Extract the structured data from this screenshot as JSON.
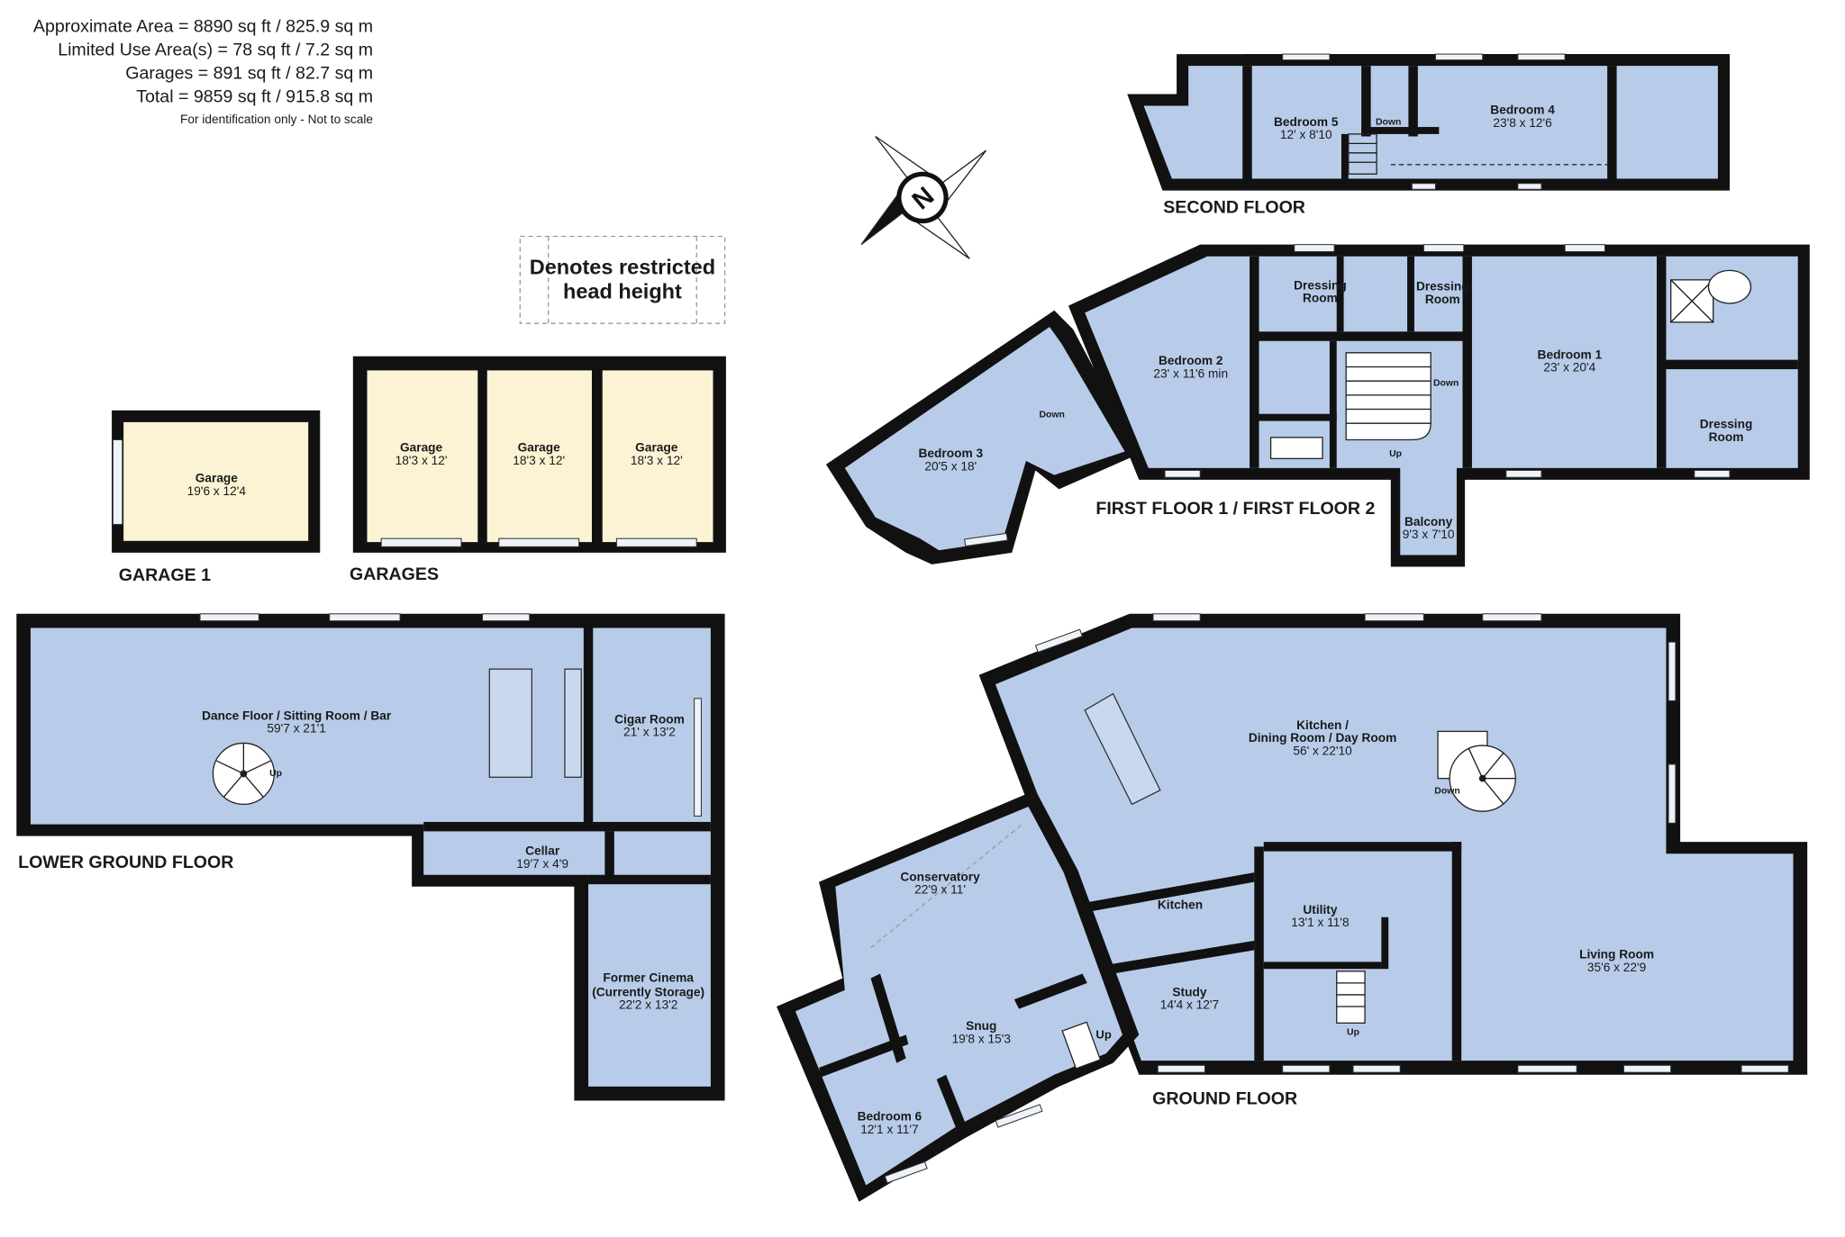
{
  "areas": {
    "approximate_area": "Approximate Area = 8890 sq ft / 825.9 sq m",
    "limited_use": "Limited Use Area(s) = 78 sq ft / 7.2 sq m",
    "garages": "Garages = 891 sq ft / 82.7 sq m",
    "total": "Total = 9859 sq ft / 915.8 sq m",
    "note": "For identification only - Not to scale"
  },
  "legend": {
    "line1": "Denotes restricted",
    "line2": "head height"
  },
  "compass": {
    "letter": "N"
  },
  "floors": {
    "second": "SECOND FLOOR",
    "first": "FIRST FLOOR 1 / FIRST FLOOR 2",
    "ground": "GROUND FLOOR",
    "lower": "LOWER GROUND FLOOR",
    "garage1": "GARAGE 1",
    "garages": "GARAGES"
  },
  "rooms": {
    "bedroom5": {
      "name": "Bedroom 5",
      "dim": "12' x 8'10"
    },
    "bedroom4": {
      "name": "Bedroom 4",
      "dim": "23'8 x 12'6"
    },
    "bedroom2": {
      "name": "Bedroom 2",
      "dim": "23' x 11'6 min"
    },
    "bedroom1": {
      "name": "Bedroom 1",
      "dim": "23' x 20'4"
    },
    "bedroom3": {
      "name": "Bedroom 3",
      "dim": "20'5 x 18'"
    },
    "dressing1": {
      "name1": "Dressing",
      "name2": "Room"
    },
    "dressing2": {
      "name1": "Dressing",
      "name2": "Room"
    },
    "dressing3": {
      "name1": "Dressing",
      "name2": "Room"
    },
    "balcony": {
      "name": "Balcony",
      "dim": "9'3 x 7'10"
    },
    "garage1": {
      "name": "Garage",
      "dim": "19'6 x 12'4"
    },
    "garage_a": {
      "name": "Garage",
      "dim": "18'3 x 12'"
    },
    "garage_b": {
      "name": "Garage",
      "dim": "18'3 x 12'"
    },
    "garage_c": {
      "name": "Garage",
      "dim": "18'3 x 12'"
    },
    "dance": {
      "name": "Dance Floor / Sitting Room / Bar",
      "dim": "59'7 x 21'1"
    },
    "cigar": {
      "name": "Cigar Room",
      "dim": "21' x 13'2"
    },
    "cellar": {
      "name": "Cellar",
      "dim": "19'7 x 4'9"
    },
    "cinema": {
      "name1": "Former Cinema",
      "name2": "(Currently Storage)",
      "dim": "22'2 x 13'2"
    },
    "kitchen_dining": {
      "name1": "Kitchen /",
      "name2": "Dining Room / Day Room",
      "dim": "56' x 22'10"
    },
    "conservatory": {
      "name": "Conservatory",
      "dim": "22'9 x 11'"
    },
    "kitchen": {
      "name": "Kitchen"
    },
    "utility": {
      "name": "Utility",
      "dim": "13'1 x 11'8"
    },
    "living": {
      "name": "Living Room",
      "dim": "35'6 x 22'9"
    },
    "study": {
      "name": "Study",
      "dim": "14'4 x 12'7"
    },
    "snug": {
      "name": "Snug",
      "dim": "19'8 x 15'3"
    },
    "bedroom6": {
      "name": "Bedroom 6",
      "dim": "12'1 x 11'7"
    }
  },
  "stairs": {
    "down_second": "Down",
    "down_first_b3": "Down",
    "down_first_main": "Down",
    "up_first": "Up",
    "up_lower": "Up",
    "down_ground": "Down",
    "up_ground_snug": "Up",
    "up_ground_main": "Up"
  },
  "colors": {
    "room_fill": "#b8cce9",
    "garage_fill": "#fbf3d3",
    "wall": "#111111"
  }
}
